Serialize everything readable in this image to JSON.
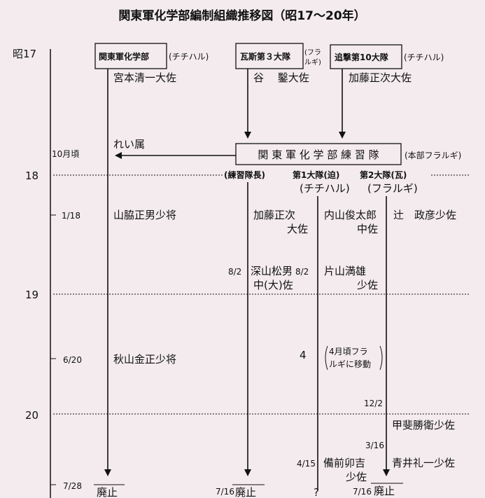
{
  "title": "関東軍化学部編制組織推移図（昭17〜20年）",
  "years": [
    "昭17",
    "18",
    "19",
    "20"
  ],
  "top_units": [
    {
      "name": "関東軍化学部",
      "location": "(チチハル)",
      "commander": "宮本清一大佐"
    },
    {
      "name": "瓦斯第３大隊",
      "location_line1": "(フラ",
      "location_line2": "ルギ)",
      "commander": "谷　 鑿大佐"
    },
    {
      "name": "追撃第10大隊",
      "location": "(チチハル)",
      "commander": "加藤正次大佐"
    }
  ],
  "attach_label": "れい属",
  "attach_date": "10月頃",
  "training_unit": {
    "name": "関 東 軍 化 学 部 練 習 隊",
    "location": "(本部フラルギ)"
  },
  "sub_units": [
    {
      "name": "(練習隊長)"
    },
    {
      "name": "第1大隊(迫)",
      "location": "(チチハル)"
    },
    {
      "name": "第2大隊(瓦)",
      "location": "(フラルギ)"
    }
  ],
  "events": {
    "d1_18": "1/18",
    "yamawaki": "山脇正男少将",
    "kato_1": "加藤正次",
    "kato_2": "大佐",
    "uchiyama_1": "内山俊太郎",
    "uchiyama_2": "中佐",
    "tsuji": "辻　政彦少佐",
    "d8_2a": "8/2",
    "fukayama_1": "深山松男",
    "fukayama_2": "中(大)佐",
    "d8_2b": "8/2",
    "katayama_1": "片山満雄",
    "katayama_2": "少佐",
    "d6_20": "6/20",
    "akiyama": "秋山金正少将",
    "d4": "4",
    "move_1": "4月頃フラ",
    "move_2": "ルギに移動",
    "d12_2": "12/2",
    "kai": "甲斐勝衛少佐",
    "d3_16": "3/16",
    "d4_15": "4/15",
    "bizen_1": "備前卯吉",
    "bizen_2": "少佐",
    "aoi": "青井礼一少佐",
    "d7_28": "7/28",
    "abolished_1": "廃止",
    "d7_16a": "7/16",
    "abolished_2": "廃止",
    "unknown": "?",
    "d7_16b": "7/16",
    "abolished_3": "廃止"
  }
}
